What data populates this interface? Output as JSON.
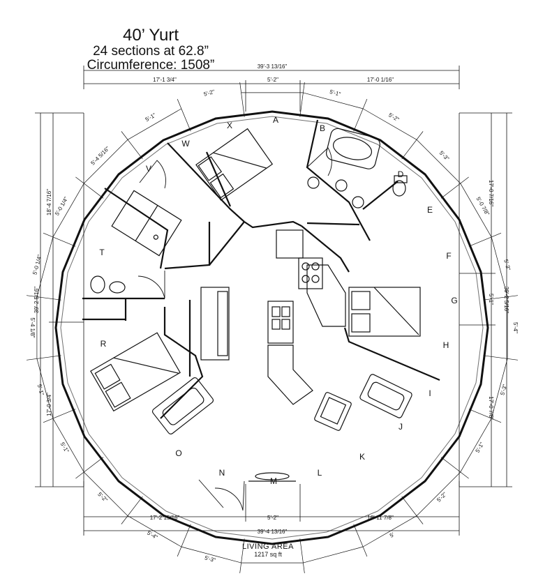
{
  "title": {
    "name": "40’ Yurt",
    "sections": "24 sections at 62.8”",
    "circumference": "Circumference: 1508”"
  },
  "dimensions": {
    "top_total": "39'-3 13/16\"",
    "top_segments": [
      "17'-1 3/4\"",
      "5'-2\"",
      "17'-0 1/16\""
    ],
    "bottom_total": "39'-4 13/16\"",
    "bottom_segments": [
      "17'-2 15/16\"",
      "5'-2\"",
      "16'-11 7/8\""
    ],
    "left_total": "39'-2 5/16\"",
    "left_segments": [
      "18'-4 7/16\"",
      "17'-0 3/4\""
    ],
    "right_total": "39'-2 5/16\"",
    "right_segments": [
      "17'-0 7/16\"",
      "5'-1\"",
      "17'-0 7/8\""
    ],
    "panel_widths": [
      "5'-2\"",
      "5'-1\"",
      "5'-4 5/16\"",
      "5'-0 1/4\"",
      "5'-0 1/4\"",
      "5'-4 1/8\"",
      "5'-1\"",
      "5'-1\"",
      "5'-2\"",
      "5'-4\"",
      "5'-3\"",
      "5'-1\"",
      "5'-2\"",
      "5'-3\"",
      "5'-0 7/8\"",
      "5'-3\"",
      "5'-4\"",
      "5'-3\"",
      "5'-1\"",
      "5'-2\"",
      "5'"
    ]
  },
  "sections": [
    "A",
    "B",
    "D",
    "E",
    "F",
    "G",
    "H",
    "I",
    "J",
    "K",
    "L",
    "M",
    "N",
    "O",
    "R",
    "T",
    "V",
    "W",
    "X"
  ],
  "caption": {
    "area_name": "LIVING AREA",
    "area_size": "1217 sq ft"
  },
  "colors": {
    "line": "#111111",
    "background": "#ffffff"
  }
}
